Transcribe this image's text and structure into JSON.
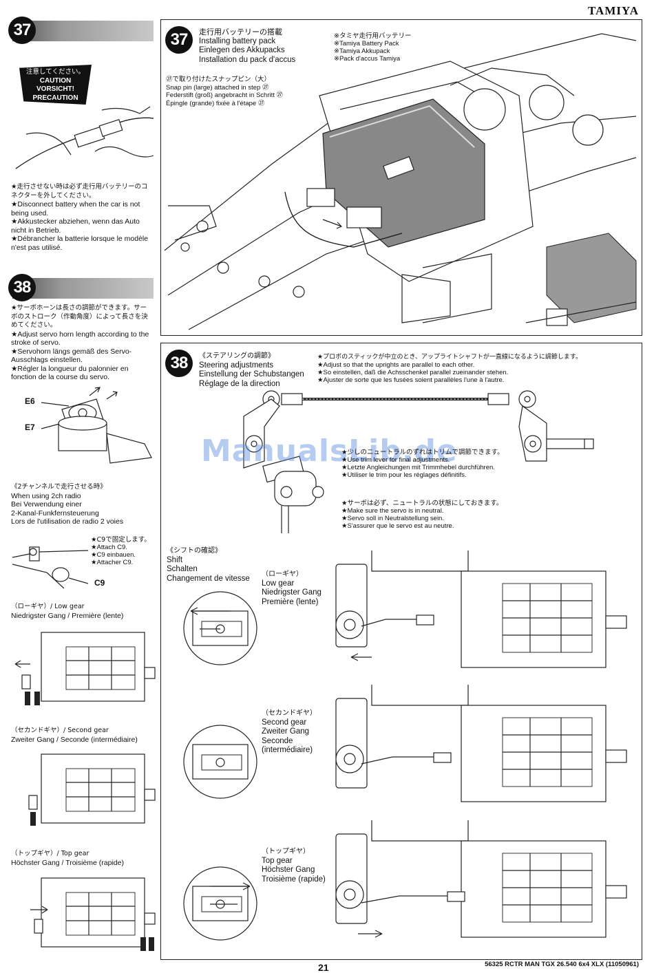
{
  "header": {
    "brand": "TAMIYA"
  },
  "step37": {
    "number": "37",
    "caution": {
      "jp": "注意してください。",
      "en": "CAUTION",
      "de": "VORSICHT!",
      "fr": "PRECAUTION"
    },
    "notes": [
      "★走行させない時は必ず走行用バッテリーのコネクターを外してください。",
      "★Disconnect battery when the car is not being used.",
      "★Akkustecker abziehen, wenn das Auto nicht in Betrieb.",
      "★Débrancher la batterie lorsque le modèle n'est pas utilisé."
    ],
    "main_title": [
      "走行用バッテリーの搭載",
      "Installing battery pack",
      "Einlegen des Akkupacks",
      "Installation du pack d'accus"
    ],
    "battery_label": [
      "※タミヤ走行用バッテリー",
      "※Tamiya Battery Pack",
      "※Tamiya Akkupack",
      "※Pack d'accus Tamiya"
    ],
    "snap_pin": [
      "㉗で取り付けたスナップピン（大）",
      "Snap pin (large) attached in step ㉗",
      "Federstift (groß) angebracht in Schritt ㉗",
      "Épingle (grande) fixée à l'étape ㉗"
    ]
  },
  "step38": {
    "number": "38",
    "notes": [
      "★サーボホーンは長さの調節ができます。サーボのストローク（作動角度）によって長さを決めてください。",
      "★Adjust servo horn length according to the stroke of servo.",
      "★Servohorn längs gemäß des Servo-Ausschlags einstellen.",
      "★Régler la longueur du palonnier en fonction de la course du servo."
    ],
    "part_e6": "E6",
    "part_e7": "E7",
    "two_ch": [
      "《2チャンネルで走行させる時》",
      "When using 2ch radio",
      "Bei Verwendung einer",
      "2-Kanal-Funkfernsteuerung",
      "Lors de l'utilisation de radio 2 voies"
    ],
    "c9_notes": [
      "★C9で固定します。",
      "★Attach C9.",
      "★C9 einbauen.",
      "★Attacher C9."
    ],
    "part_c9": "C9",
    "gears_small": [
      {
        "jp": "（ローギヤ）/ Low gear",
        "rest": "Niedrigster Gang / Première (lente)"
      },
      {
        "jp": "（セカンドギヤ）/ Second gear",
        "rest": "Zweiter Gang / Seconde (intermédiaire)"
      },
      {
        "jp": "（トップギヤ）/ Top gear",
        "rest": "Höchster Gang / Troisième (rapide)"
      }
    ],
    "steering_title": [
      "《ステアリングの調節》",
      "Steering adjustments",
      "Einstellung der Schubstangen",
      "Réglage de la direction"
    ],
    "steering_notes": [
      "★プロポのスティックが中立のとき、アップライトシャフトが一直線になるように調節します。",
      "★Adjust so that the uprights are parallel to each other.",
      "★So einstellen, daß die Achsschenkel parallel zueinander stehen.",
      "★Ajuster de sorte que les fusées soient parallèles l'une à l'autre."
    ],
    "trim_notes": [
      "★少しのニュートラルのずれはトリムで調節できます。",
      "★Use trim lever for final adjustments.",
      "★Letzte Angleichungen mit Trimmhebel durchführen.",
      "★Utiliser le trim pour les réglages définitifs."
    ],
    "neutral_notes": [
      "★サーボは必ず、ニュートラルの状態にしておきます。",
      "★Make sure the servo is in neutral.",
      "★Servo soll in Neutralstellung sein.",
      "★S'assurer que le servo est au neutre."
    ],
    "shift_title": [
      "《シフトの確認》",
      "Shift",
      "Schalten",
      "Changement de vitesse"
    ],
    "gears_large": [
      {
        "jp": "（ローギヤ）",
        "lines": [
          "Low gear",
          "Niedrigster Gang",
          "Première (lente)"
        ]
      },
      {
        "jp": "（セカンドギヤ）",
        "lines": [
          "Second gear",
          "Zweiter Gang",
          "Seconde",
          "(intermédiaire)"
        ]
      },
      {
        "jp": "（トップギヤ）",
        "lines": [
          "Top gear",
          "Höchster Gang",
          "Troisième (rapide)"
        ]
      }
    ]
  },
  "watermark": "ManualsLib.de",
  "footer": {
    "page": "21",
    "code": "56325 RCTR MAN TGX 26.540 6x4 XLX (11050961)"
  }
}
